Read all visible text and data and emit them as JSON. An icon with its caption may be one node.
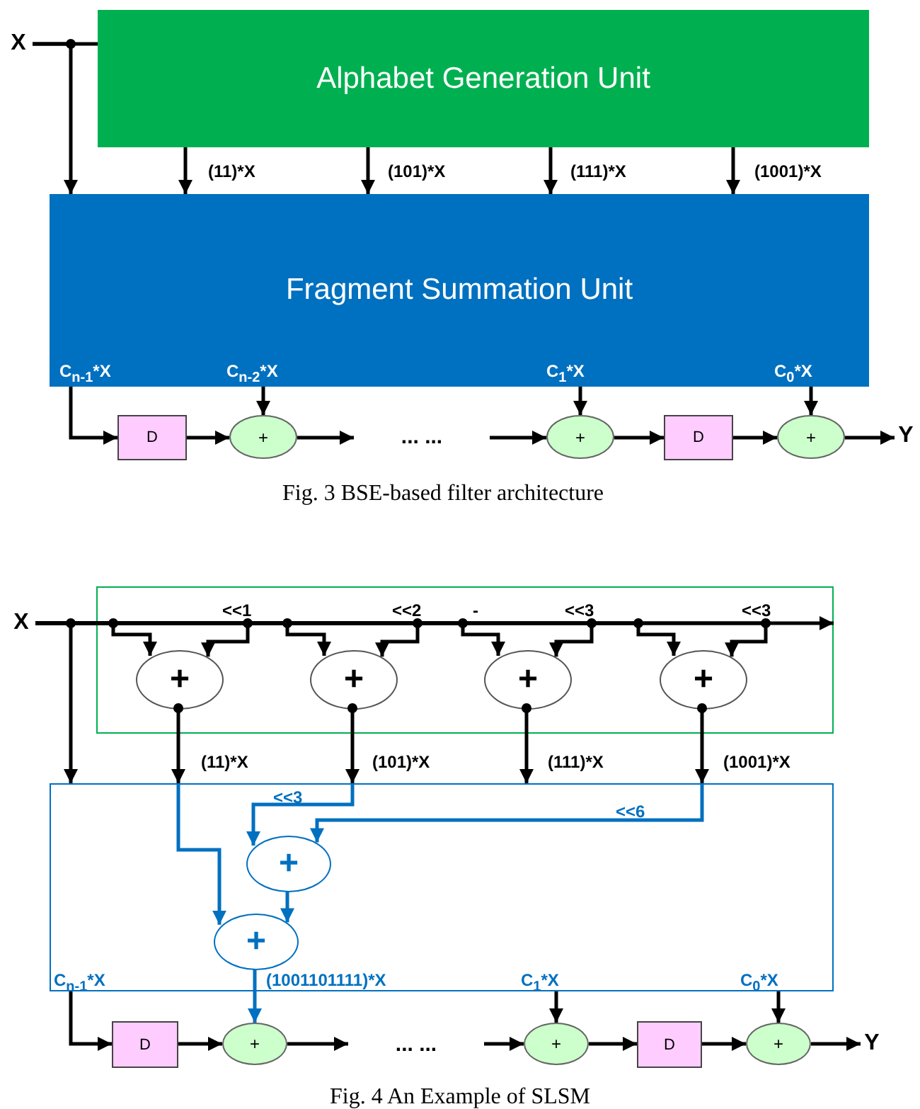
{
  "diagram": {
    "nodes": [
      {
        "text": [
          "X"
        ]
      },
      {
        "text": [
          "Alphabet Generation Unit"
        ]
      },
      {
        "text": [
          "Fragment Summation Unit"
        ]
      },
      {
        "text": [
          "D"
        ]
      },
      {
        "text": [
          "+"
        ]
      },
      {
        "text": [
          "... ..."
        ]
      },
      {
        "text": [
          "+"
        ]
      },
      {
        "text": [
          "D"
        ]
      },
      {
        "text": [
          "+"
        ]
      },
      {
        "text": [
          "Y"
        ]
      },
      {
        "text": [
          "X"
        ]
      },
      {
        "text": [],
        "shape": "box"
      },
      {
        "text": [
          "+"
        ],
        "in": 11
      },
      {
        "text": [
          "+"
        ],
        "in": 11
      },
      {
        "text": [
          "+"
        ],
        "in": 11
      },
      {
        "text": [
          "+"
        ],
        "in": 11
      },
      {
        "text": [],
        "shape": "box"
      },
      {
        "text": [
          "+"
        ],
        "in": 16
      },
      {
        "text": [
          "+"
        ],
        "in": 16
      },
      {
        "text": [
          "D"
        ]
      },
      {
        "text": [
          "+"
        ]
      },
      {
        "text": [
          "... ..."
        ]
      },
      {
        "text": [
          "+"
        ]
      },
      {
        "text": [
          "D"
        ]
      },
      {
        "text": [
          "+"
        ]
      },
      {
        "text": [
          "Y"
        ]
      }
    ],
    "edges": [
      {
        "from": 0,
        "to": 1,
        "arrow": "none"
      },
      {
        "from": 0,
        "to": 2,
        "arrow": "to"
      },
      {
        "from": 1,
        "to": 2,
        "arrow": "to",
        "label": "(11)*X"
      },
      {
        "from": 1,
        "to": 2,
        "arrow": "to",
        "label": "(101)*X"
      },
      {
        "from": 1,
        "to": 2,
        "arrow": "to",
        "label": "(111)*X"
      },
      {
        "from": 1,
        "to": 2,
        "arrow": "to",
        "label": "(1001)*X"
      },
      {
        "from": 2,
        "to": 3,
        "arrow": "to",
        "label": "C$_{n-1}$*X"
      },
      {
        "from": 3,
        "to": 4,
        "arrow": "to"
      },
      {
        "from": 2,
        "to": 4,
        "arrow": "to",
        "label": "C$_{n-2}$*X"
      },
      {
        "from": 4,
        "to": 5,
        "arrow": "to"
      },
      {
        "from": 5,
        "to": 6,
        "arrow": "to"
      },
      {
        "from": 2,
        "to": 6,
        "arrow": "to",
        "label": "C$_{1}$*X"
      },
      {
        "from": 6,
        "to": 7,
        "arrow": "to"
      },
      {
        "from": 7,
        "to": 8,
        "arrow": "to"
      },
      {
        "from": 2,
        "to": 8,
        "arrow": "to",
        "label": "C$_{0}$*X"
      },
      {
        "from": 8,
        "to": 9,
        "arrow": "to"
      },
      {
        "from": 10,
        "to": 11,
        "arrow": "to"
      },
      {
        "from": 10,
        "to": 16,
        "arrow": "to"
      },
      {
        "from": 10,
        "to": 12,
        "arrow": "to"
      },
      {
        "from": 10,
        "to": 12,
        "arrow": "to",
        "label": "<<1"
      },
      {
        "from": 10,
        "to": 13,
        "arrow": "to"
      },
      {
        "from": 10,
        "to": 13,
        "arrow": "to",
        "label": "<<2"
      },
      {
        "from": 10,
        "to": 14,
        "arrow": "to",
        "label": "-"
      },
      {
        "from": 10,
        "to": 14,
        "arrow": "to",
        "label": "<<3"
      },
      {
        "from": 10,
        "to": 15,
        "arrow": "to"
      },
      {
        "from": 10,
        "to": 15,
        "arrow": "to",
        "label": "<<3"
      },
      {
        "from": 12,
        "to": 16,
        "arrow": "to",
        "label": "(11)*X"
      },
      {
        "from": 13,
        "to": 16,
        "arrow": "to",
        "label": "(101)*X"
      },
      {
        "from": 14,
        "to": 16,
        "arrow": "to",
        "label": "(111)*X"
      },
      {
        "from": 15,
        "to": 16,
        "arrow": "to",
        "label": "(1001)*X"
      },
      {
        "from": 16,
        "to": 18,
        "arrow": "to",
        "color": "#0070c0"
      },
      {
        "from": 16,
        "to": 17,
        "arrow": "to",
        "label": "<<3",
        "color": "#0070c0"
      },
      {
        "from": 16,
        "to": 17,
        "arrow": "to",
        "label": "<<6",
        "color": "#0070c0"
      },
      {
        "from": 17,
        "to": 18,
        "arrow": "to",
        "color": "#0070c0"
      },
      {
        "from": 18,
        "to": 20,
        "arrow": "to",
        "label": "(1001101111)*X",
        "color": "#0070c0"
      },
      {
        "from": 16,
        "to": 19,
        "arrow": "to",
        "label": "C$_{n-1}$*X"
      },
      {
        "from": 19,
        "to": 20,
        "arrow": "to"
      },
      {
        "from": 20,
        "to": 21,
        "arrow": "to"
      },
      {
        "from": 21,
        "to": 22,
        "arrow": "to"
      },
      {
        "from": 16,
        "to": 22,
        "arrow": "to",
        "label": "C$_{1}$*X"
      },
      {
        "from": 22,
        "to": 23,
        "arrow": "to"
      },
      {
        "from": 23,
        "to": 24,
        "arrow": "to"
      },
      {
        "from": 16,
        "to": 24,
        "arrow": "to",
        "label": "C$_{0}$*X"
      },
      {
        "from": 24,
        "to": 25,
        "arrow": "to"
      }
    ],
    "labels": [
      "Fig. 3 BSE-based filter architecture",
      "Fig. 4 An Example of SLSM"
    ]
  }
}
